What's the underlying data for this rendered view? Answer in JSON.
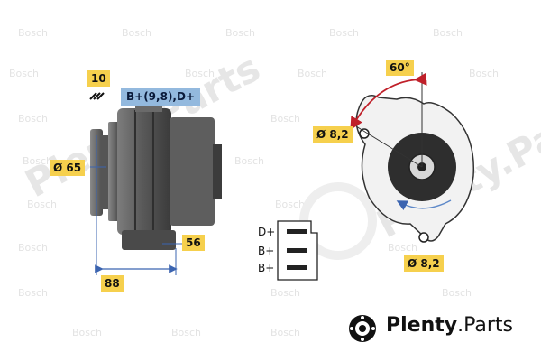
{
  "watermark": {
    "brand": "Bosch",
    "site": "Plenty.Parts"
  },
  "labels": {
    "gasket": "10",
    "connector": "B+(9,8),D+",
    "diameter_left": "Ø 65",
    "width_88": "88",
    "height_56": "56",
    "angle": "60°",
    "hole_top": "Ø 8,2",
    "hole_bottom": "Ø 8,2"
  },
  "terminals": [
    "D+",
    "B+",
    "B+"
  ],
  "logo": {
    "brand_name": "Plenty",
    "brand_suffix": ".Parts"
  },
  "colors": {
    "label_bg": "#f6d04d",
    "connector_bg": "#93b9de",
    "dimension_line": "#3b64b0",
    "angle_arc": "#c0202a"
  }
}
